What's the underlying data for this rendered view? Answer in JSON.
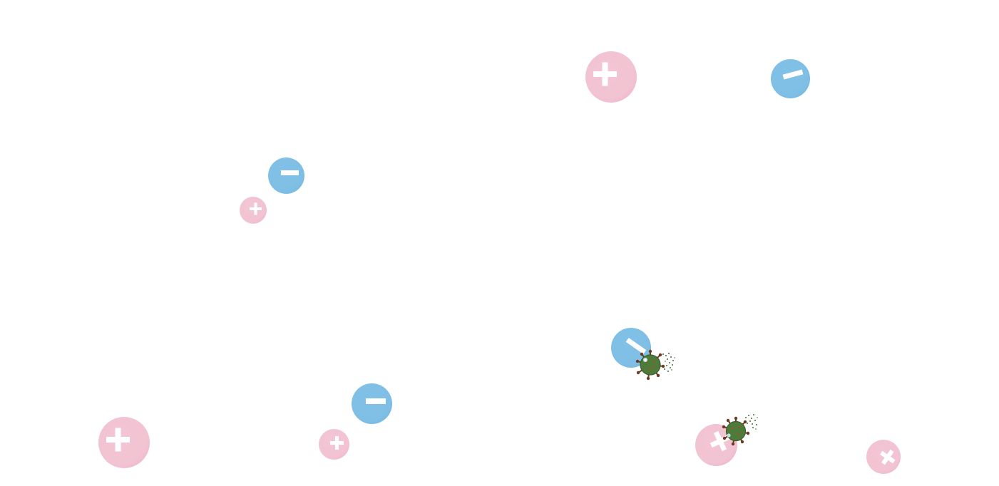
{
  "game": {
    "entities": [
      {
        "kind": "positive-ion",
        "symbol": "plus"
      },
      {
        "kind": "negative-ion",
        "symbol": "minus"
      },
      {
        "kind": "negative-ion",
        "symbol": "minus"
      },
      {
        "kind": "positive-ion",
        "symbol": "plus"
      },
      {
        "kind": "negative-ion",
        "symbol": "minus"
      },
      {
        "kind": "negative-ion",
        "symbol": "minus"
      },
      {
        "kind": "positive-ion",
        "symbol": "plus"
      },
      {
        "kind": "positive-ion",
        "symbol": "plus"
      },
      {
        "kind": "positive-ion",
        "symbol": "plus"
      },
      {
        "kind": "positive-ion",
        "symbol": "plus"
      },
      {
        "kind": "virus",
        "symbol": "virus-icon"
      },
      {
        "kind": "virus",
        "symbol": "virus-icon"
      }
    ],
    "colors": {
      "background": "#ffffff",
      "positive_ion": "#f2c3d2",
      "negative_ion": "#7fbfe5",
      "ion_symbol": "#ffffff",
      "virus_body": "#4e7a3a",
      "virus_spikes": "#6b3a22",
      "virus_particles": "#3f6e34"
    }
  }
}
